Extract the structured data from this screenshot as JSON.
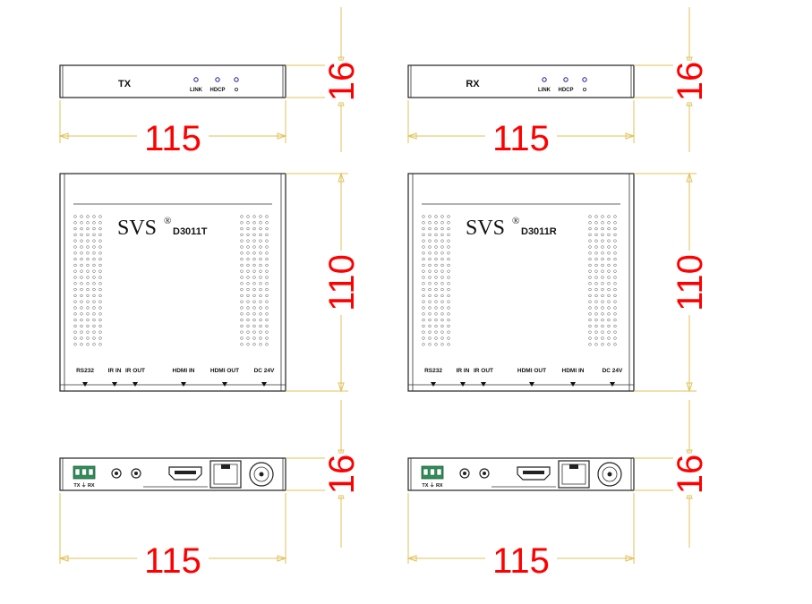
{
  "colors": {
    "dimension_text": "#ff0000",
    "dimension_line": "#e2c25a",
    "outline": "#222222",
    "led": "#1a1aa0"
  },
  "units": {
    "tx": {
      "front_label": "TX",
      "model": "D3011T",
      "top_labels": [
        "RS232",
        "IR IN",
        "IR OUT",
        "HDMI IN",
        "HDMI OUT",
        "DC 24V"
      ]
    },
    "rx": {
      "front_label": "RX",
      "model": "D3011R",
      "top_labels": [
        "RS232",
        "IR IN",
        "IR OUT",
        "HDMI OUT",
        "HDMI IN",
        "DC 24V"
      ]
    }
  },
  "brand": {
    "name": "SVS",
    "mark": "®"
  },
  "leds": [
    "LINK",
    "HDCP"
  ],
  "rs232_label": "TX ⏚ RX",
  "dimensions": {
    "width": "115",
    "height": "16",
    "depth": "110"
  }
}
